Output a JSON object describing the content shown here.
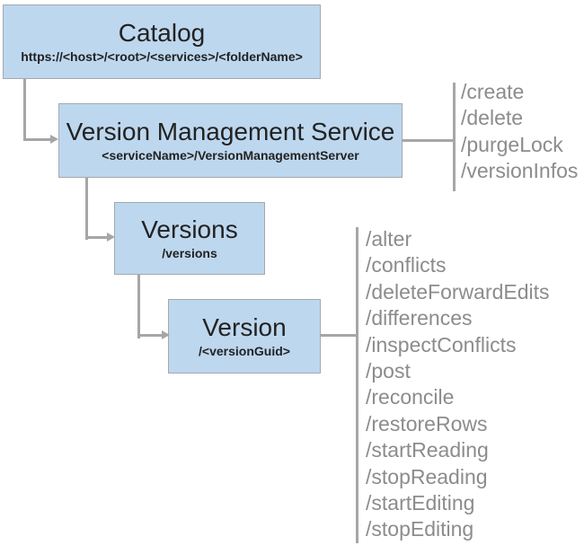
{
  "nodes": {
    "catalog": {
      "title": "Catalog",
      "subtitle": "https://<host>/<root>/<services>/<folderName>"
    },
    "vms": {
      "title": "Version Management Service",
      "subtitle": "<serviceName>/VersionManagementServer",
      "ops": [
        "/create",
        "/delete",
        "/purgeLock",
        "/versionInfos"
      ]
    },
    "versions": {
      "title": "Versions",
      "subtitle": "/versions"
    },
    "version": {
      "title": "Version",
      "subtitle": "/<versionGuid>",
      "ops": [
        "/alter",
        "/conflicts",
        "/deleteForwardEdits",
        "/differences",
        "/inspectConflicts",
        "/post",
        "/reconcile",
        "/restoreRows",
        "/startReading",
        "/stopReading",
        "/startEditing",
        "/stopEditing"
      ]
    }
  },
  "colors": {
    "node_fill": "#bdd7ee",
    "node_border": "#a3a9ae",
    "connector": "#a6a6a6",
    "ops_text": "#8c8c8c",
    "title_text": "#222222"
  }
}
